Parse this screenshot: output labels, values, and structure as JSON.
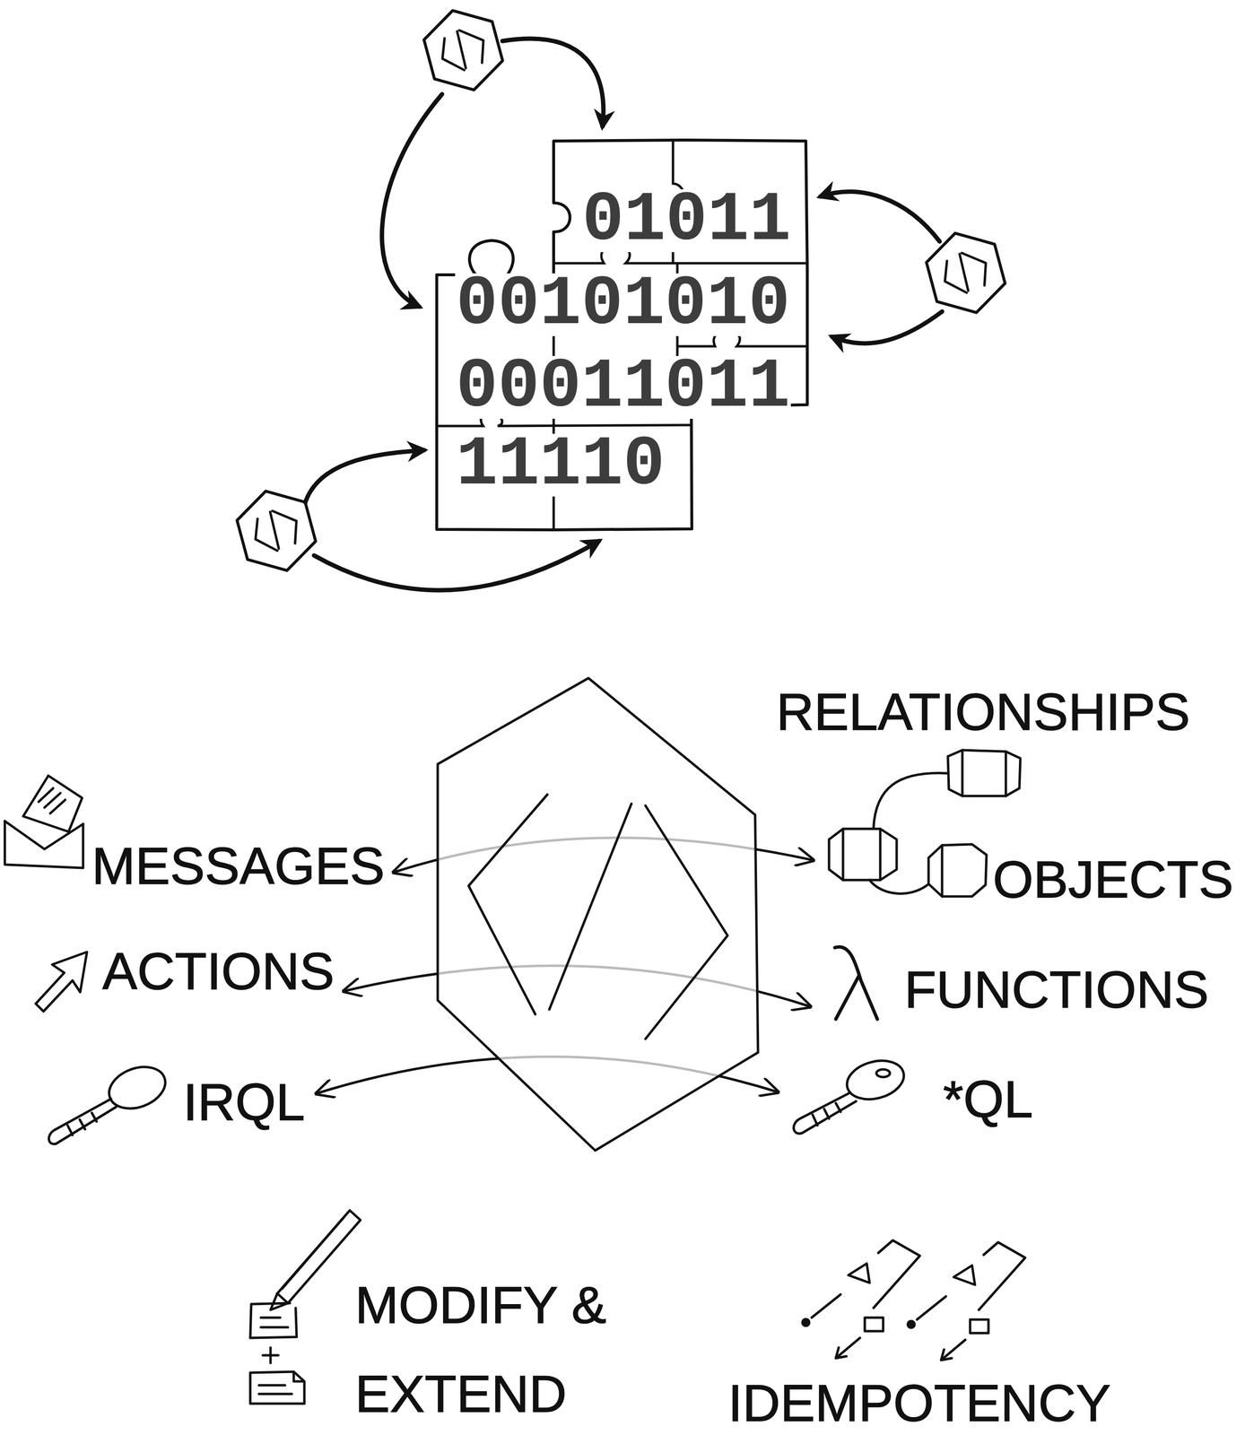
{
  "diagram": {
    "nodes": [
      {
        "text": [
          "01011",
          "00101010",
          "00011011",
          "11110"
        ]
      }
    ],
    "labels": [
      "RELATIONSHIPS",
      "MESSAGES",
      "OBJECTS",
      "ACTIONS",
      "FUNCTIONS",
      "IRQL",
      "*QL",
      "MODIFY & EXTEND",
      "IDEMPOTENCY"
    ]
  }
}
